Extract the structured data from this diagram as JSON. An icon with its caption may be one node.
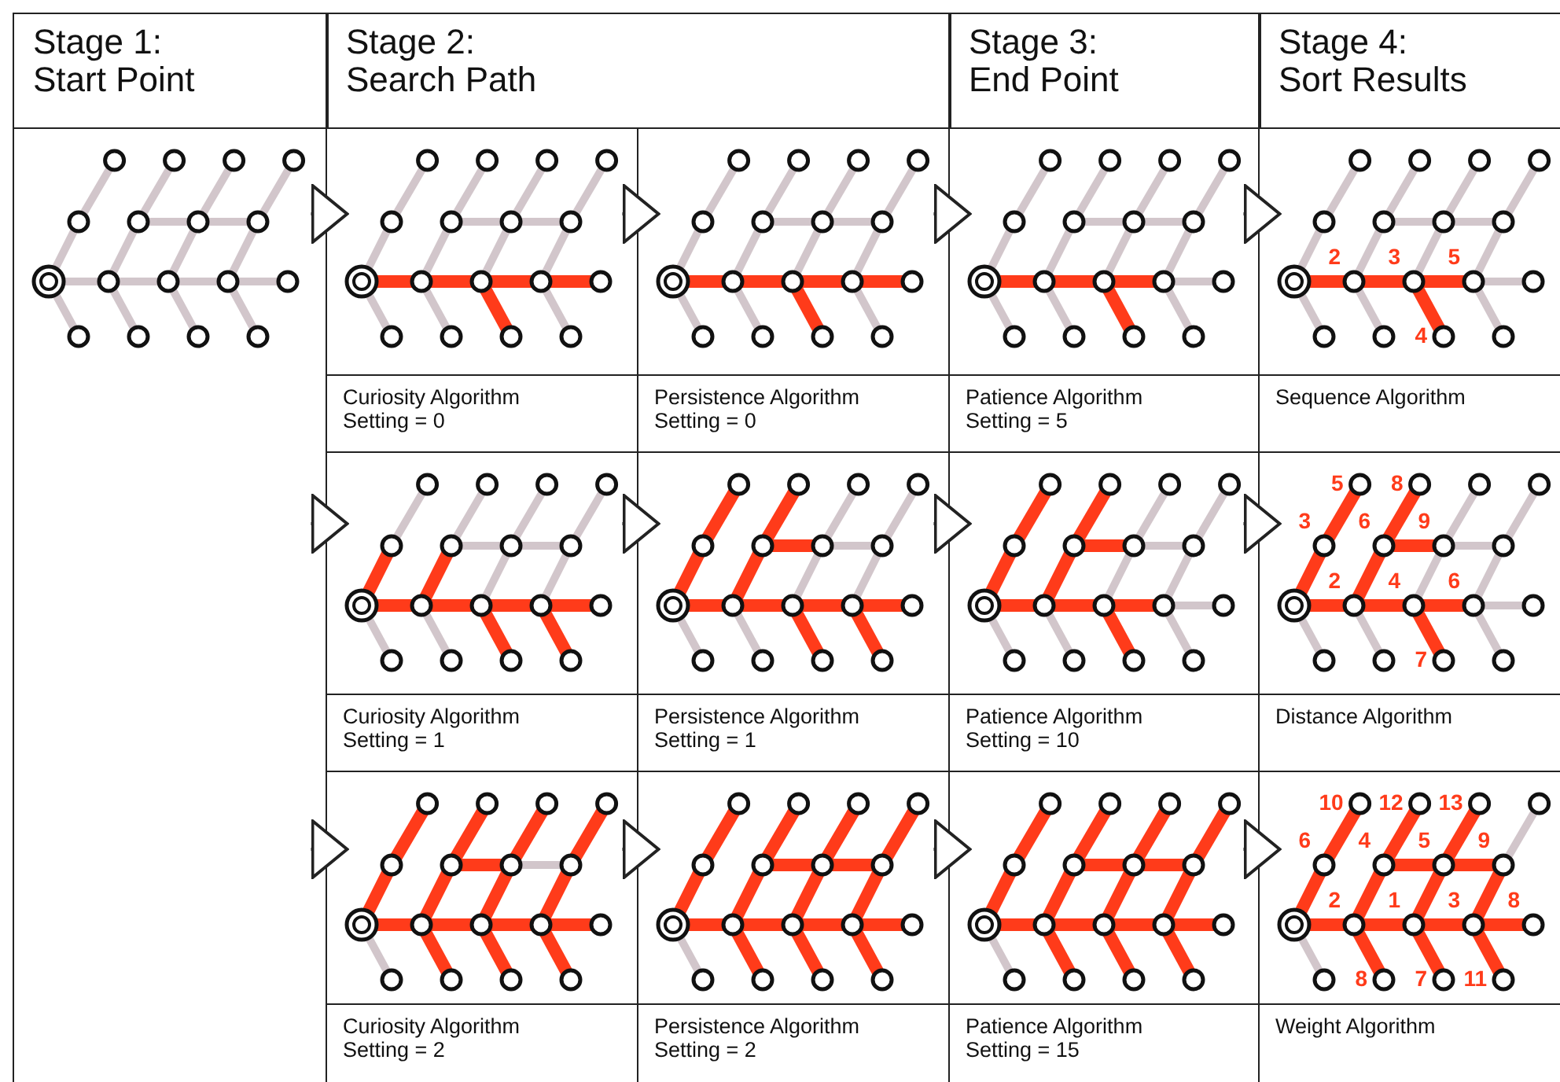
{
  "diagram": {
    "nodes": [
      {
        "text": [],
        "shape": "picture"
      },
      {
        "text": [
          "Curiosity Algorithm",
          "Setting = 0"
        ]
      },
      {
        "text": [
          "Persistence Algorithm",
          "Setting = 0"
        ]
      },
      {
        "text": [
          "Patience Algorithm",
          "Setting = 5"
        ]
      },
      {
        "text": [
          "Sequence Algorithm"
        ]
      },
      {
        "text": [
          "Curiosity Algorithm",
          "Setting = 1"
        ]
      },
      {
        "text": [
          "Persistence Algorithm",
          "Setting = 1"
        ]
      },
      {
        "text": [
          "Patience Algorithm",
          "Setting = 10"
        ]
      },
      {
        "text": [
          "Distance Algorithm"
        ]
      },
      {
        "text": [
          "Curiosity Algorithm",
          "Setting = 2"
        ]
      },
      {
        "text": [
          "Persistence Algorithm",
          "Setting = 2"
        ]
      },
      {
        "text": [
          "Patience Algorithm",
          "Setting = 15"
        ]
      },
      {
        "text": [
          "Weight Algorithm"
        ]
      }
    ],
    "edges": [
      {
        "from": 0,
        "to": 1,
        "arrow": "to"
      },
      {
        "from": 1,
        "to": 2,
        "arrow": "to"
      },
      {
        "from": 2,
        "to": 3,
        "arrow": "to"
      },
      {
        "from": 3,
        "to": 4,
        "arrow": "to"
      },
      {
        "from": 0,
        "to": 5,
        "arrow": "to"
      },
      {
        "from": 5,
        "to": 6,
        "arrow": "to"
      },
      {
        "from": 6,
        "to": 7,
        "arrow": "to"
      },
      {
        "from": 7,
        "to": 8,
        "arrow": "to"
      },
      {
        "from": 0,
        "to": 9,
        "arrow": "to"
      },
      {
        "from": 9,
        "to": 10,
        "arrow": "to"
      },
      {
        "from": 10,
        "to": 11,
        "arrow": "to"
      },
      {
        "from": 11,
        "to": 12,
        "arrow": "to"
      }
    ],
    "labels": [
      "Stage 1: Start Point",
      "Stage 2: Search Path",
      "Stage 3: End Point",
      "Stage 4: Sort Results",
      "2",
      "3",
      "5",
      "4",
      "5",
      "8",
      "3",
      "6",
      "9",
      "2",
      "4",
      "6",
      "7",
      "10",
      "12",
      "13",
      "6",
      "4",
      "5",
      "9",
      "2",
      "1",
      "3",
      "8",
      "8",
      "7",
      "11"
    ]
  }
}
